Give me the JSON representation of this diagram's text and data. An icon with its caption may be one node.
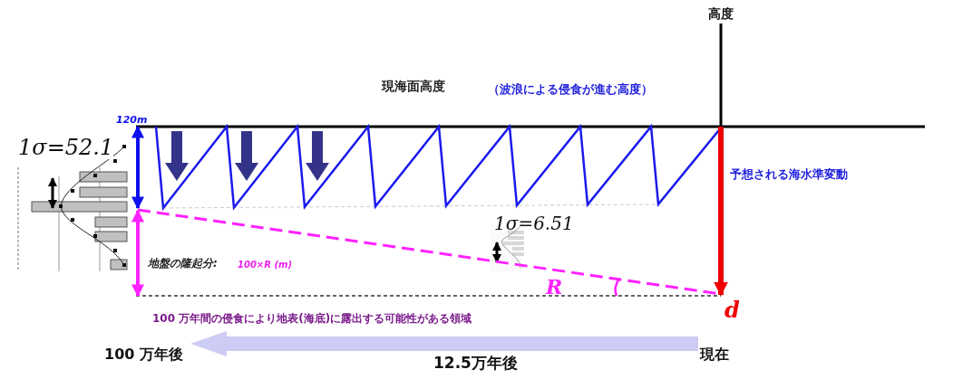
{
  "diagram": {
    "labels": [
      "高度",
      "現海面高度",
      "（波浪による侵食が進む高度）",
      "120m",
      "1σ=52.1",
      "予想される海水準変動",
      "1σ=6.51",
      "地盤の隆起分:",
      "100×R (m)",
      "R",
      "d",
      "100 万年間の侵食により地表(海底)に露出する可能性がある領域",
      "100 万年後",
      "12.5万年後",
      "現在"
    ]
  }
}
